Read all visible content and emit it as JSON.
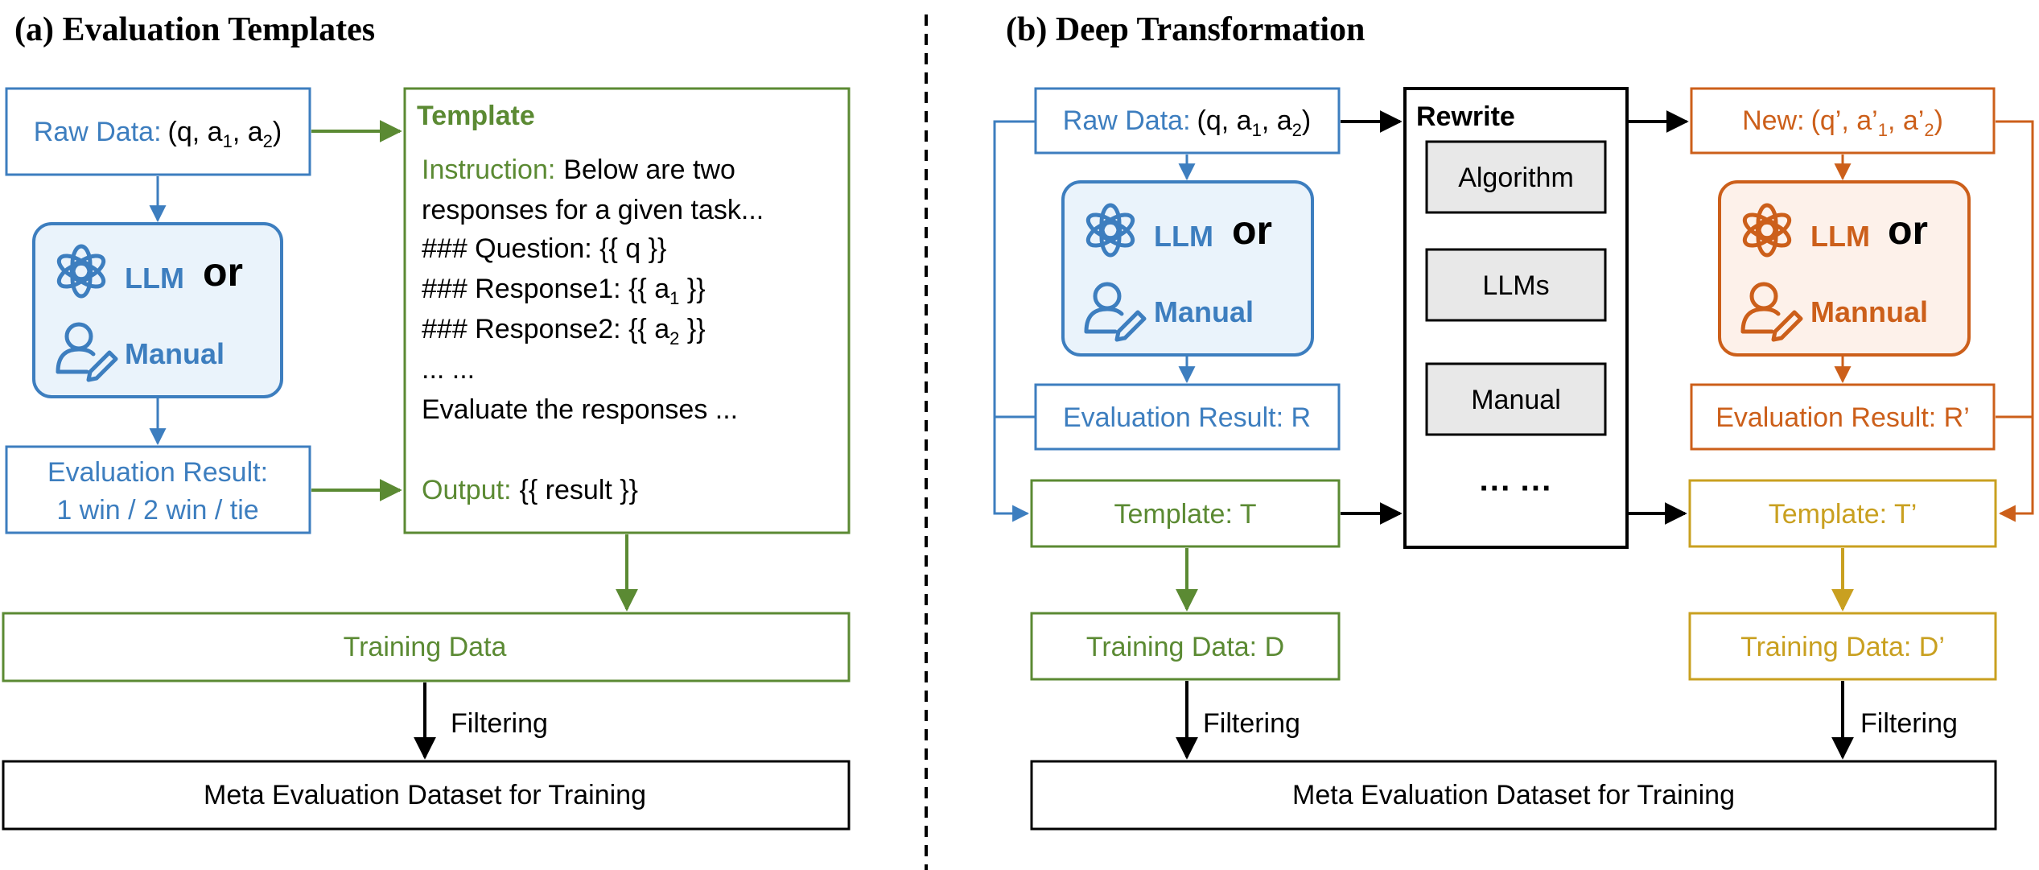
{
  "panel_a": {
    "title": "(a) Evaluation Templates",
    "raw_data": {
      "label": "Raw Data:",
      "vars": "(q, a",
      "sub1": "1",
      "sep": ", a",
      "sub2": "2",
      "close": ")"
    },
    "annotator": {
      "llm": "LLM",
      "or": "or",
      "manual": "Manual"
    },
    "eval_result": {
      "line1": "Evaluation Result:",
      "line2": "1 win / 2 win / tie"
    },
    "template": {
      "title": "Template",
      "instruction_label": "Instruction:",
      "instruction_text": "Below are two",
      "instruction_cont": "responses for a given task...",
      "question_line": "### Question: {{ q }}",
      "resp1_prefix": "### Response1: {{ a",
      "resp1_sub": "1",
      "resp1_suffix": " }}",
      "resp2_prefix": "### Response2: {{ a",
      "resp2_sub": "2",
      "resp2_suffix": " }}",
      "ellipsis": "... ...",
      "evaluate_line": "Evaluate the responses ...",
      "output_label": "Output:",
      "output_value": "{{ result }}"
    },
    "training_data": "Training Data",
    "filtering": "Filtering",
    "meta_dataset": "Meta Evaluation Dataset for Training"
  },
  "panel_b": {
    "title": "(b) Deep Transformation",
    "raw_data": {
      "label": "Raw Data:",
      "vars": "(q, a",
      "sub1": "1",
      "sep": ", a",
      "sub2": "2",
      "close": ")"
    },
    "annotator": {
      "llm": "LLM",
      "or": "or",
      "manual": "Manual"
    },
    "eval_result": "Evaluation Result: R",
    "template": "Template: T",
    "training_data": "Training Data: D",
    "rewrite": {
      "title": "Rewrite",
      "items": [
        "Algorithm",
        "LLMs",
        "Manual"
      ],
      "more": "··· ···"
    },
    "new_data": {
      "label": "New:",
      "vars": "(q’, a’",
      "sub1": "1",
      "sep": ", a’",
      "sub2": "2",
      "close": ")"
    },
    "new_annotator": {
      "llm": "LLM",
      "or": "or",
      "manual": "Mannual"
    },
    "new_eval_result": "Evaluation Result: R’",
    "new_template": "Template: T’",
    "new_training_data": "Training Data: D’",
    "filtering_left": "Filtering",
    "filtering_right": "Filtering",
    "meta_dataset": "Meta Evaluation Dataset for Training"
  },
  "colors": {
    "blue": "#3d7ebf",
    "blue_fill": "#eaf3fb",
    "green": "#5b8a33",
    "orange": "#cc5f1a",
    "orange_fill": "#fdf1ea",
    "gold": "#c9a020",
    "gray_fill": "#e8e8e8",
    "black": "#000000"
  },
  "icons": {
    "llm": "openai-logo-icon",
    "manual": "person-pencil-icon"
  }
}
